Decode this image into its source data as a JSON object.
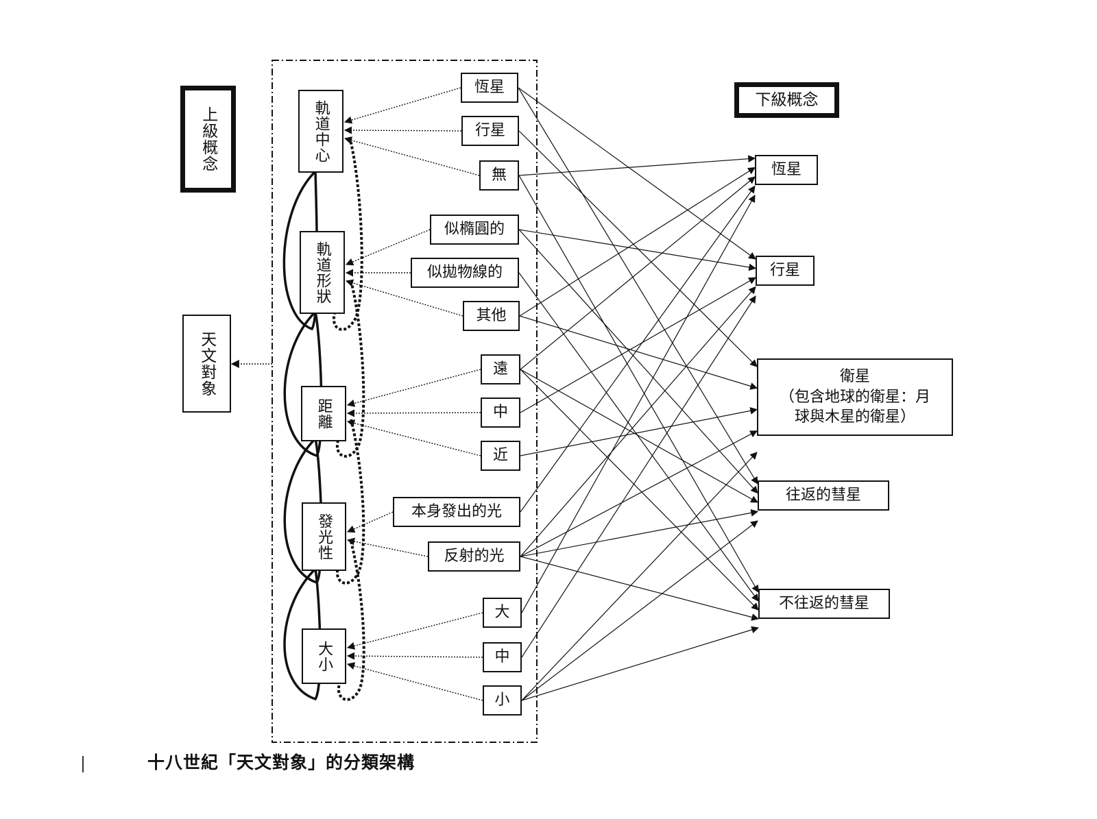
{
  "caption": "十八世紀「天文對象」的分類架構",
  "labels": {
    "upper_concept": "上級概念",
    "lower_concept": "下級概念",
    "root": "天文對象"
  },
  "attributes": [
    {
      "id": "orbit_center",
      "label": "軌道中心"
    },
    {
      "id": "orbit_shape",
      "label": "軌道形狀"
    },
    {
      "id": "distance",
      "label": "距離"
    },
    {
      "id": "luminosity",
      "label": "發光性"
    },
    {
      "id": "size",
      "label": "大小"
    }
  ],
  "values": [
    {
      "id": "v_star",
      "label": "恆星",
      "attribute": "orbit_center"
    },
    {
      "id": "v_planet",
      "label": "行星",
      "attribute": "orbit_center"
    },
    {
      "id": "v_none",
      "label": "無",
      "attribute": "orbit_center"
    },
    {
      "id": "v_ellipse",
      "label": "似橢圓的",
      "attribute": "orbit_shape"
    },
    {
      "id": "v_parabola",
      "label": "似拋物線的",
      "attribute": "orbit_shape"
    },
    {
      "id": "v_other",
      "label": "其他",
      "attribute": "orbit_shape"
    },
    {
      "id": "v_far",
      "label": "遠",
      "attribute": "distance"
    },
    {
      "id": "v_mid_dist",
      "label": "中",
      "attribute": "distance"
    },
    {
      "id": "v_near",
      "label": "近",
      "attribute": "distance"
    },
    {
      "id": "v_self_light",
      "label": "本身發出的光",
      "attribute": "luminosity"
    },
    {
      "id": "v_reflect",
      "label": "反射的光",
      "attribute": "luminosity"
    },
    {
      "id": "v_big",
      "label": "大",
      "attribute": "size"
    },
    {
      "id": "v_mid_size",
      "label": "中",
      "attribute": "size"
    },
    {
      "id": "v_small",
      "label": "小",
      "attribute": "size"
    }
  ],
  "categories": [
    {
      "id": "c_star",
      "label": "恆星"
    },
    {
      "id": "c_planet",
      "label": "行星"
    },
    {
      "id": "c_satellite",
      "label": "衛星\n（包含地球的衛星：月\n球與木星的衛星）"
    },
    {
      "id": "c_periodic_comet",
      "label": "往返的彗星"
    },
    {
      "id": "c_nonperiodic_comet",
      "label": "不往返的彗星"
    }
  ],
  "edges": [
    {
      "from": "v_star",
      "to": "c_planet"
    },
    {
      "from": "v_star",
      "to": "c_periodic_comet"
    },
    {
      "from": "v_planet",
      "to": "c_satellite"
    },
    {
      "from": "v_none",
      "to": "c_star"
    },
    {
      "from": "v_none",
      "to": "c_nonperiodic_comet"
    },
    {
      "from": "v_ellipse",
      "to": "c_planet"
    },
    {
      "from": "v_ellipse",
      "to": "c_periodic_comet"
    },
    {
      "from": "v_parabola",
      "to": "c_nonperiodic_comet"
    },
    {
      "from": "v_other",
      "to": "c_star"
    },
    {
      "from": "v_other",
      "to": "c_satellite"
    },
    {
      "from": "v_far",
      "to": "c_star"
    },
    {
      "from": "v_far",
      "to": "c_periodic_comet"
    },
    {
      "from": "v_far",
      "to": "c_nonperiodic_comet"
    },
    {
      "from": "v_mid_dist",
      "to": "c_planet"
    },
    {
      "from": "v_near",
      "to": "c_satellite"
    },
    {
      "from": "v_self_light",
      "to": "c_star"
    },
    {
      "from": "v_reflect",
      "to": "c_planet"
    },
    {
      "from": "v_reflect",
      "to": "c_satellite"
    },
    {
      "from": "v_reflect",
      "to": "c_periodic_comet"
    },
    {
      "from": "v_reflect",
      "to": "c_nonperiodic_comet"
    },
    {
      "from": "v_big",
      "to": "c_star"
    },
    {
      "from": "v_mid_size",
      "to": "c_planet"
    },
    {
      "from": "v_small",
      "to": "c_satellite"
    },
    {
      "from": "v_small",
      "to": "c_periodic_comet"
    },
    {
      "from": "v_small",
      "to": "c_nonperiodic_comet"
    }
  ]
}
